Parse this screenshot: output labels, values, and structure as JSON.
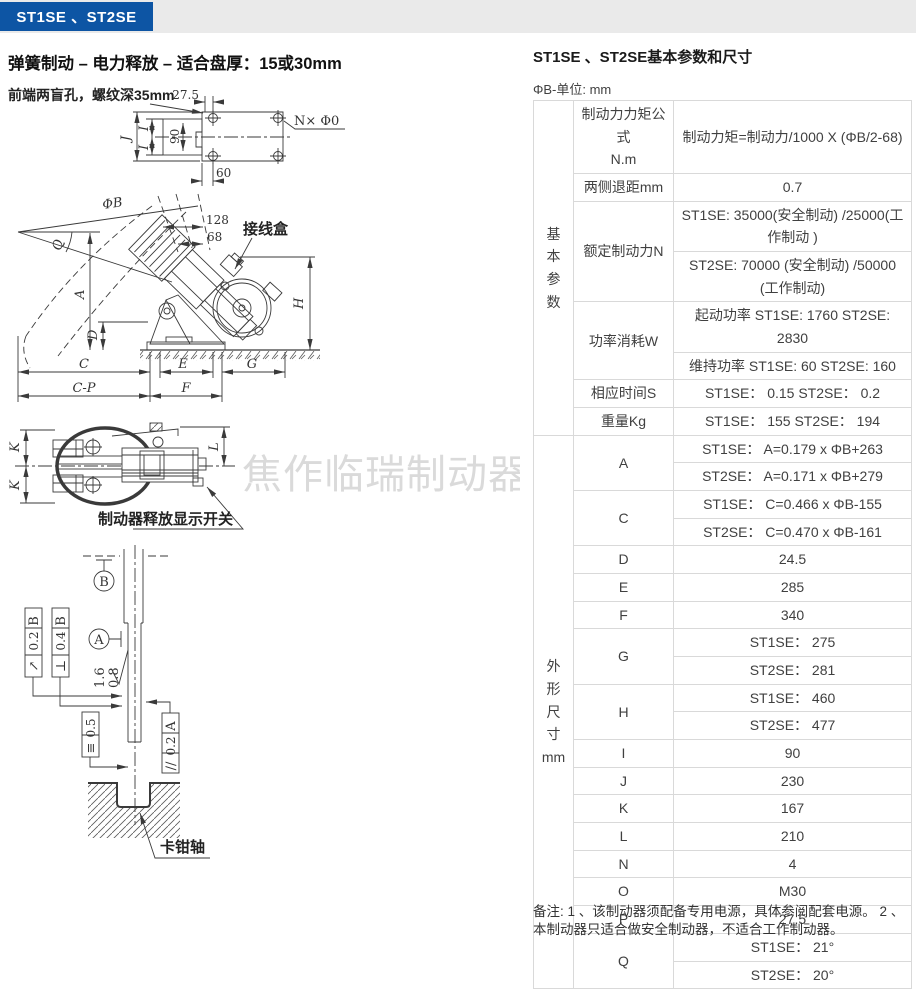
{
  "banner": {
    "label": "ST1SE 、ST2SE"
  },
  "left": {
    "heading": "弹簧制动 – 电力释放 – 适合盘厚：15或30mm",
    "watermark": "焦作临瑞制动器",
    "plate": {
      "callout": "前端两盲孔，螺纹深35mm",
      "dim_27_5": "27.5",
      "dim_60": "60",
      "dim_90": "90",
      "dim_i": "I",
      "dim_i2": "I",
      "dim_j": "J",
      "holes": "N× Φ0"
    },
    "side": {
      "phi_b": "ΦB",
      "angle_q": "Q",
      "dim_128": "128",
      "dim_68": "68",
      "junction_box": "接线盒",
      "dim_a": "A",
      "dim_d": "D",
      "dim_h": "H",
      "dim_e": "E",
      "dim_g": "G",
      "dim_c": "C",
      "dim_cp": "C-P",
      "dim_f": "F"
    },
    "top_view": {
      "dim_k1": "K",
      "dim_k2": "K",
      "dim_l": "L",
      "switch_label": "制动器释放显示开关"
    },
    "shaft": {
      "datum_b": "B",
      "datum_a": "A",
      "gdt1_ref": "B",
      "gdt1_val": "0.2",
      "gdt1_sym": "↗",
      "gdt2_ref": "B",
      "gdt2_val": "0.4",
      "gdt2_sym": "⊥",
      "finish_1": "1.6",
      "finish_2": "0.8",
      "gdt3_val": "0.5",
      "gdt3_sym": "≡",
      "gdt4_ref": "A",
      "gdt4_val": "0.2",
      "gdt4_sym": "//",
      "label": "卡钳轴"
    }
  },
  "right": {
    "title": "ST1SE 、ST2SE基本参数和尺寸",
    "unit_note": "ΦB-单位: mm",
    "table": {
      "group1": "基\n本\n参\n数",
      "group2": "外\n形\n尺\n寸\nmm",
      "basic": {
        "r1_label": "制动力力矩公式\nN.m",
        "r1_value": "制动力矩=制动力/1000 X (ΦB/2-68)",
        "r2_label": "两侧退距mm",
        "r2_value": "0.7",
        "r3_label": "额定制动力N",
        "r3_v1": "ST1SE: 35000(安全制动) /25000(工作制动 )",
        "r3_v2": "ST2SE: 70000 (安全制动) /50000 (工作制动)",
        "r4_label": "功率消耗W",
        "r4_v1": "起动功率 ST1SE: 1760 ST2SE: 2830",
        "r4_v2": "维持功率 ST1SE: 60 ST2SE: 160",
        "r5_label": "相应时间S",
        "r5_value": "ST1SE： 0.15 ST2SE： 0.2",
        "r6_label": "重量Kg",
        "r6_value": "ST1SE： 155 ST2SE： 194"
      },
      "dims": [
        {
          "label": "A",
          "values": [
            "ST1SE： A=0.179 x ΦB+263",
            "ST2SE： A=0.171 x ΦB+279"
          ]
        },
        {
          "label": "C",
          "values": [
            "ST1SE： C=0.466 x ΦB-155",
            "ST2SE： C=0.470 x ΦB-161"
          ]
        },
        {
          "label": "D",
          "values": [
            "24.5"
          ]
        },
        {
          "label": "E",
          "values": [
            "285"
          ]
        },
        {
          "label": "F",
          "values": [
            "340"
          ]
        },
        {
          "label": "G",
          "values": [
            "ST1SE： 275",
            "ST2SE： 281"
          ]
        },
        {
          "label": "H",
          "values": [
            "ST1SE： 460",
            "ST2SE： 477"
          ]
        },
        {
          "label": "I",
          "values": [
            "90"
          ]
        },
        {
          "label": "J",
          "values": [
            "230"
          ]
        },
        {
          "label": "K",
          "values": [
            "167"
          ]
        },
        {
          "label": "L",
          "values": [
            "210"
          ]
        },
        {
          "label": "N",
          "values": [
            "4"
          ]
        },
        {
          "label": "O",
          "values": [
            "M30"
          ]
        },
        {
          "label": "P",
          "values": [
            "27.5"
          ]
        },
        {
          "label": "Q",
          "values": [
            "ST1SE： 21°",
            "ST2SE： 20°"
          ]
        }
      ]
    },
    "note": "备注: 1 、该制动器须配备专用电源，具体参阅配套电源。 2 、本制动器只适合做安全制动器，不适合工作制动器。"
  }
}
